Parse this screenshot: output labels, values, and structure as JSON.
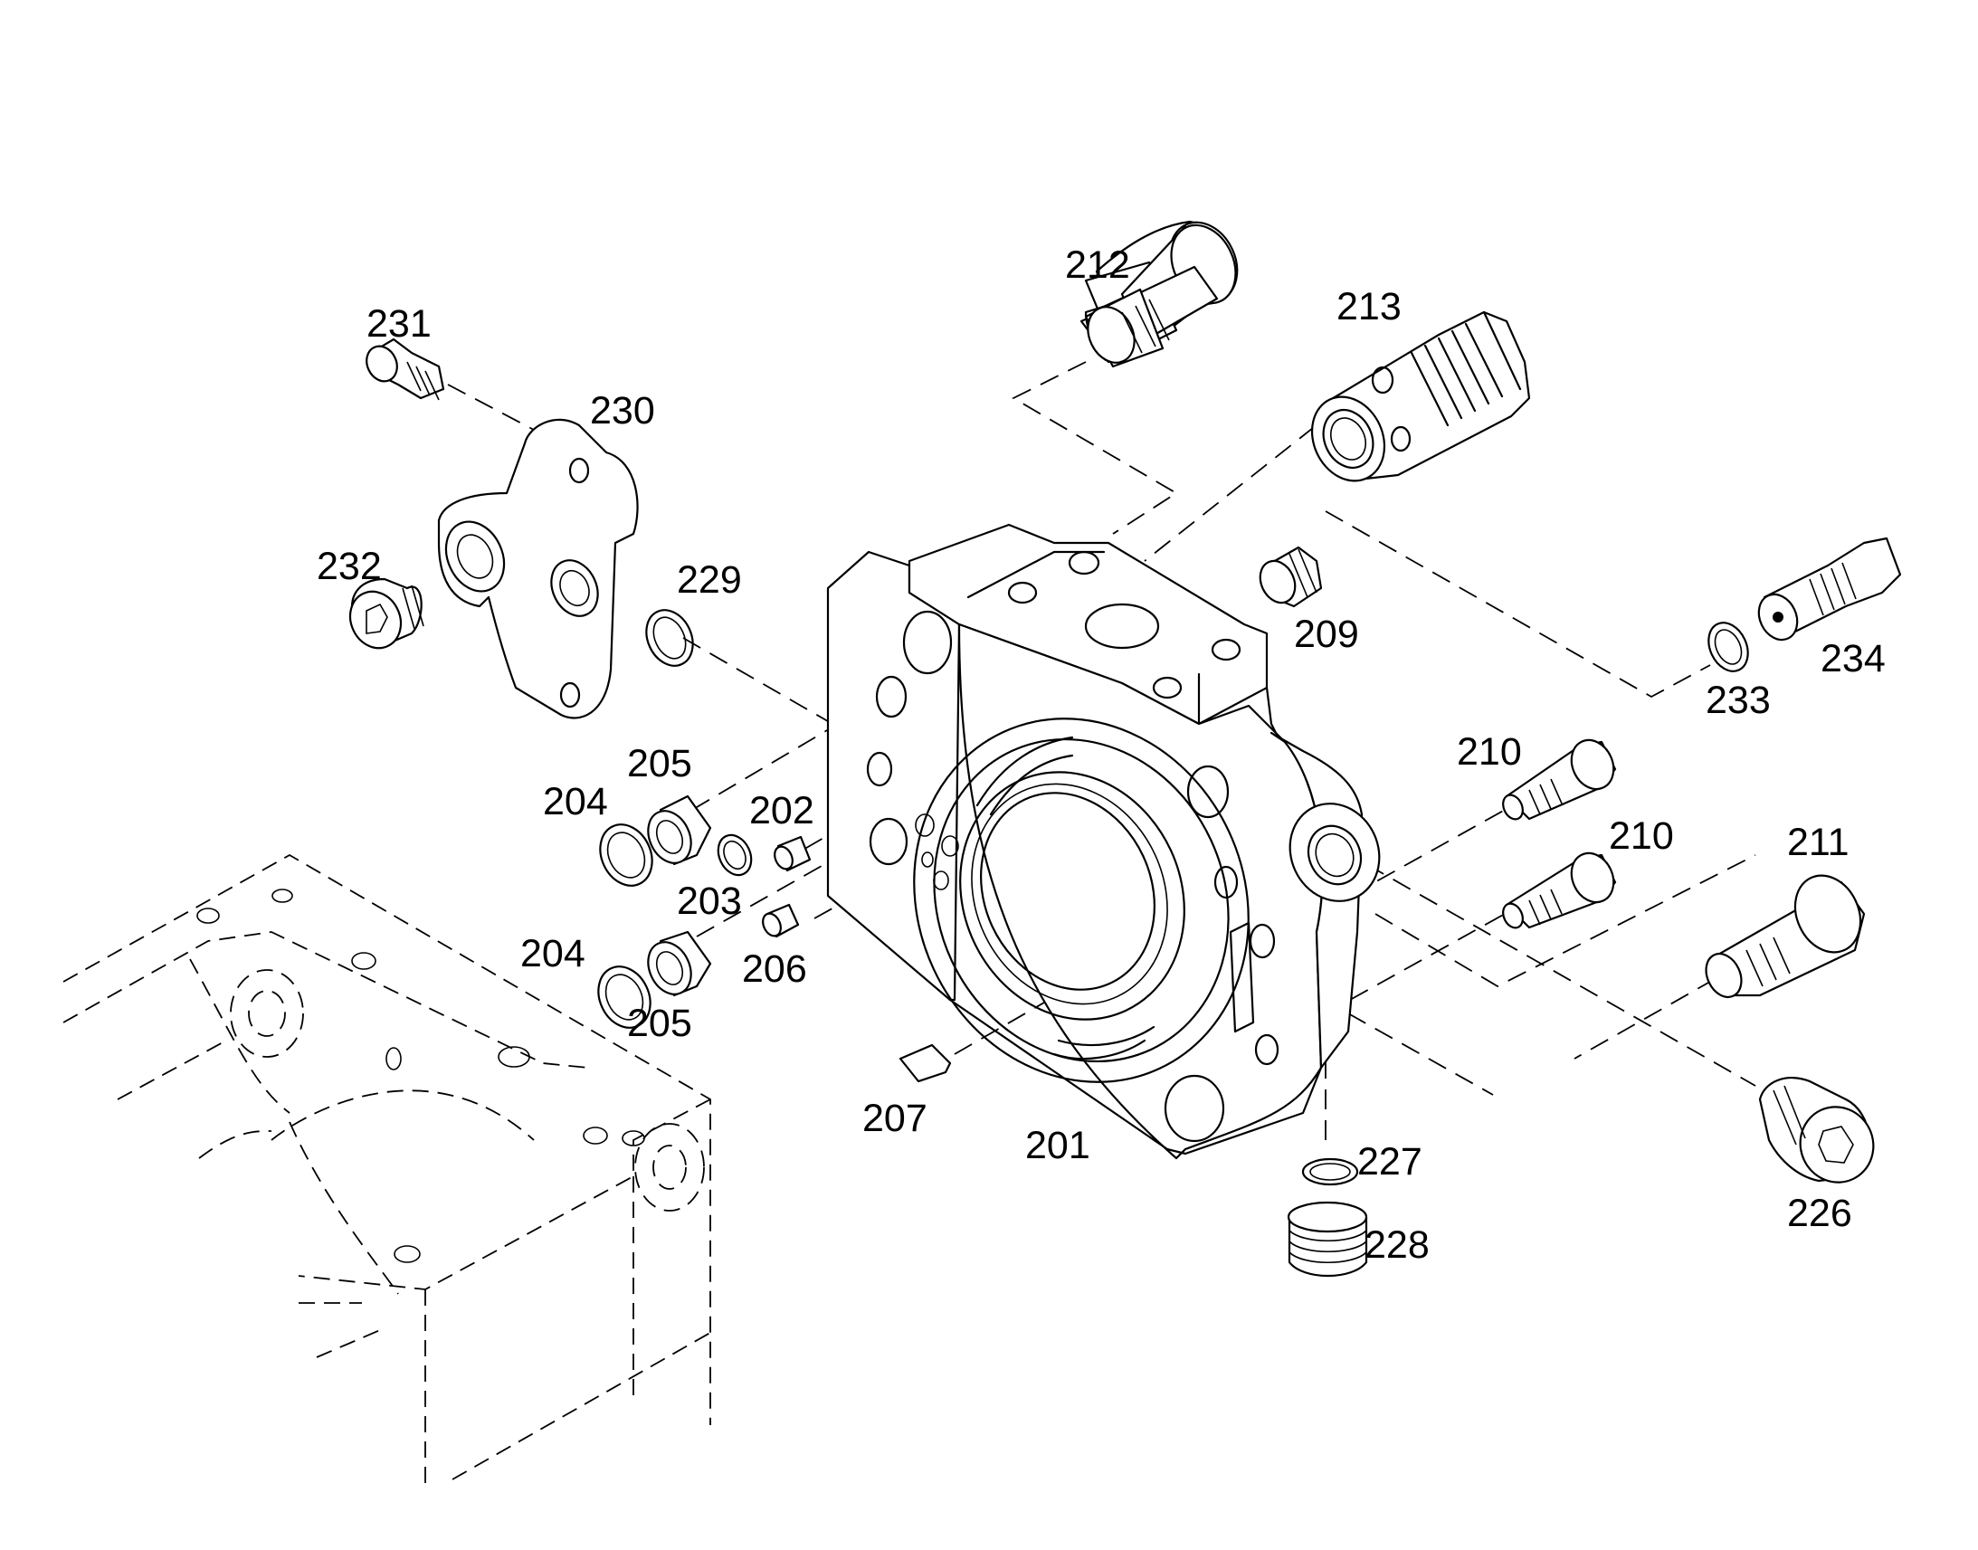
{
  "diagram": {
    "part_numbers": [
      "201",
      "202",
      "203",
      "204",
      "204",
      "205",
      "205",
      "206",
      "207",
      "209",
      "210",
      "210",
      "211",
      "212",
      "213",
      "226",
      "227",
      "228",
      "229",
      "230",
      "231",
      "232",
      "233",
      "234"
    ]
  }
}
